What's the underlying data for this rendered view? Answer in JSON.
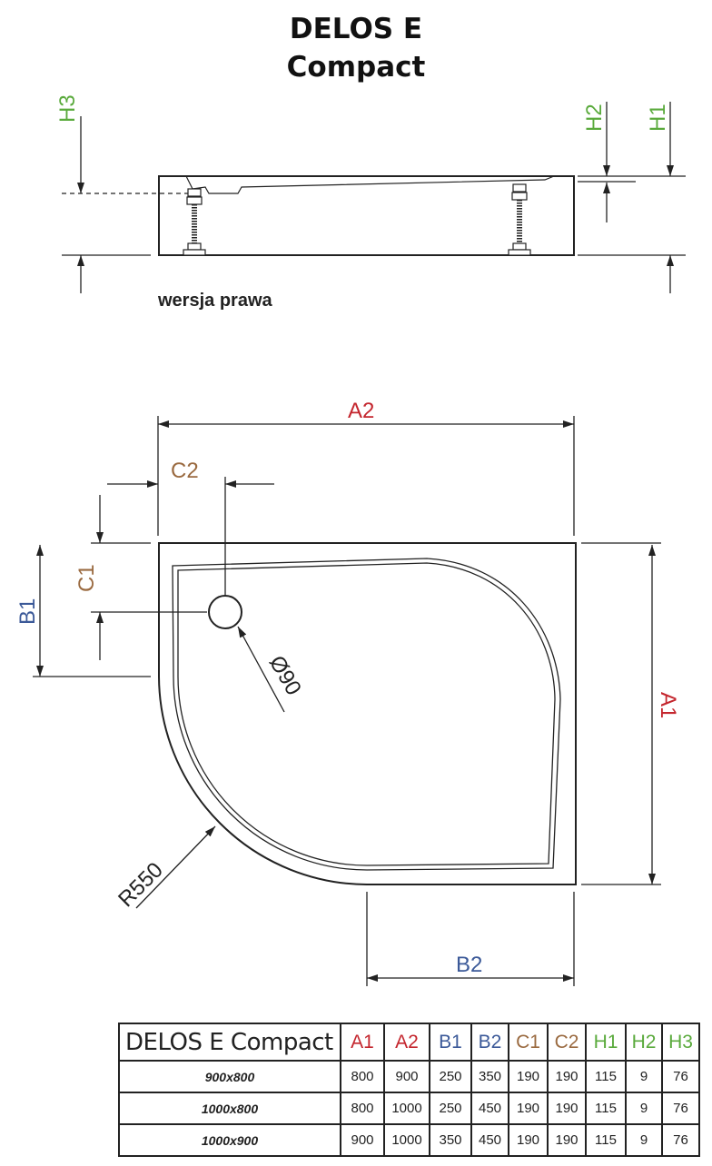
{
  "title_line1": "DELOS E",
  "title_line2": "Compact",
  "side_view": {
    "caption": "wersja prawa",
    "labels": {
      "h1": "H1",
      "h2": "H2",
      "h3": "H3"
    }
  },
  "plan_view": {
    "labels": {
      "a1": "A1",
      "a2": "A2",
      "b1": "B1",
      "b2": "B2",
      "c1": "C1",
      "c2": "C2",
      "drain": "Ø90",
      "radius": "R550"
    }
  },
  "colors": {
    "a": "#c4262e",
    "b": "#3b5998",
    "c": "#9a6a40",
    "h": "#5aaa3c",
    "line": "#222222"
  },
  "table": {
    "header": [
      "DELOS E Compact",
      "A1",
      "A2",
      "B1",
      "B2",
      "C1",
      "C2",
      "H1",
      "H2",
      "H3"
    ],
    "rows": [
      [
        "900x800",
        "800",
        "900",
        "250",
        "350",
        "190",
        "190",
        "115",
        "9",
        "76"
      ],
      [
        "1000x800",
        "800",
        "1000",
        "250",
        "450",
        "190",
        "190",
        "115",
        "9",
        "76"
      ],
      [
        "1000x900",
        "900",
        "1000",
        "350",
        "450",
        "190",
        "190",
        "115",
        "9",
        "76"
      ]
    ]
  }
}
